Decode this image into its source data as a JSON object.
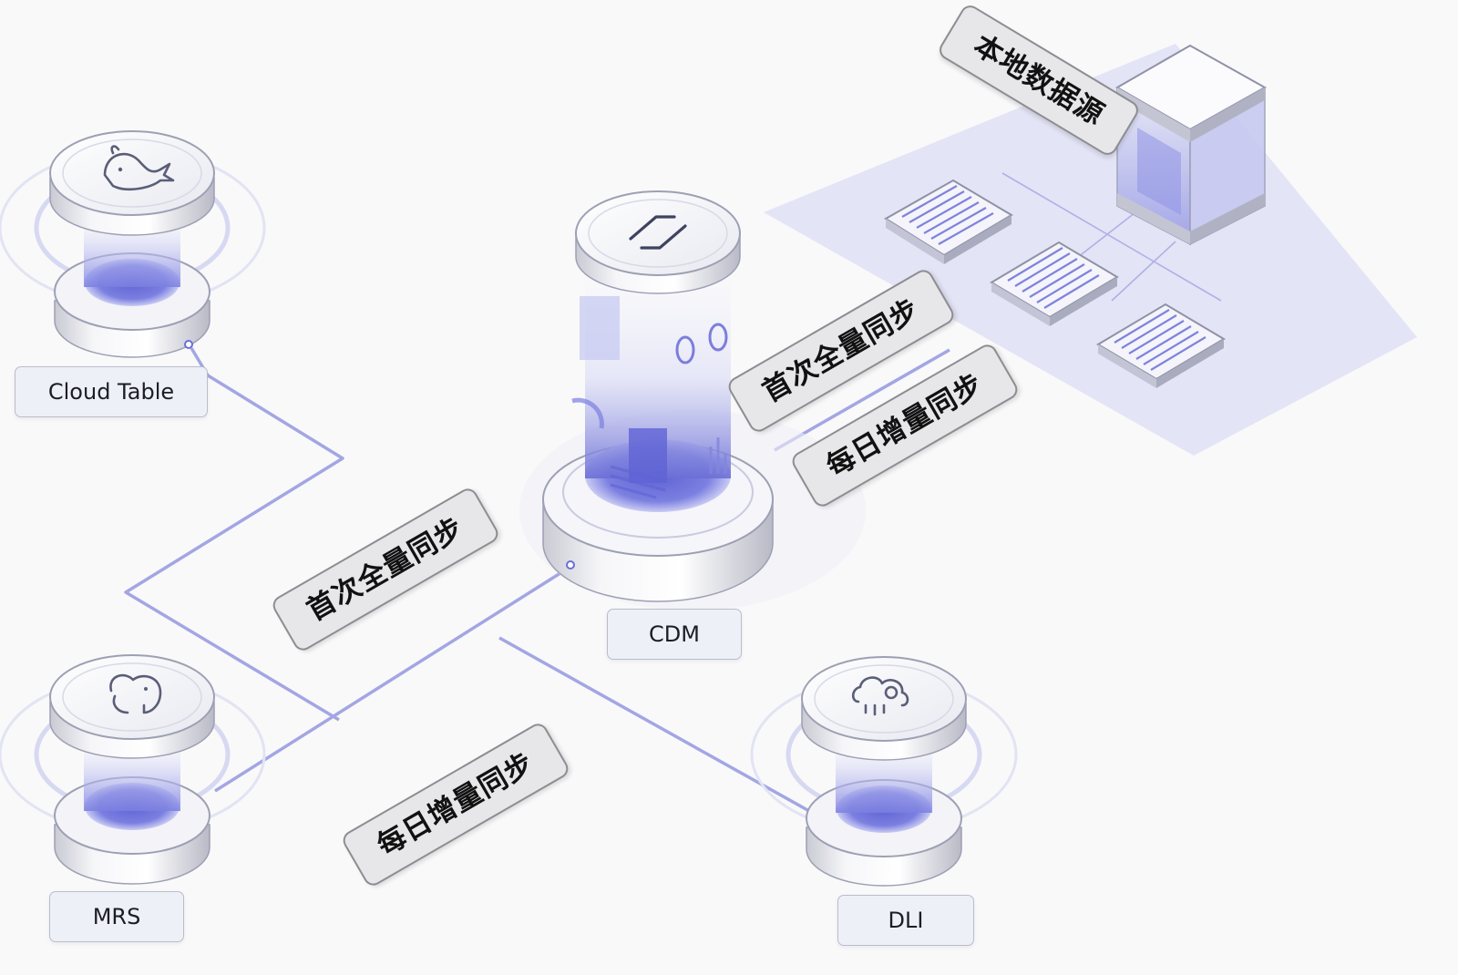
{
  "nodes": {
    "cloud_table": "Cloud Table",
    "mrs": "MRS",
    "dli": "DLI",
    "cdm": "CDM"
  },
  "tags": {
    "local_source": "本地数据源",
    "cdm_full_sync": "首次全量同步",
    "cdm_daily_sync": "每日增量同步",
    "left_full_sync": "首次全量同步",
    "left_daily_sync": "每日增量同步"
  },
  "icons": {
    "cloud_table": "whale-icon",
    "mrs": "elephant-icon",
    "dli": "lake-cloud-icon",
    "cdm": "zigzag-sync-icon"
  },
  "colors": {
    "accent": "#6b6fd6",
    "line": "#a3a6e3",
    "platform": "#dfe0f4",
    "label_bg": "#eef0f8",
    "tag_bg": "#e7e7e9"
  }
}
